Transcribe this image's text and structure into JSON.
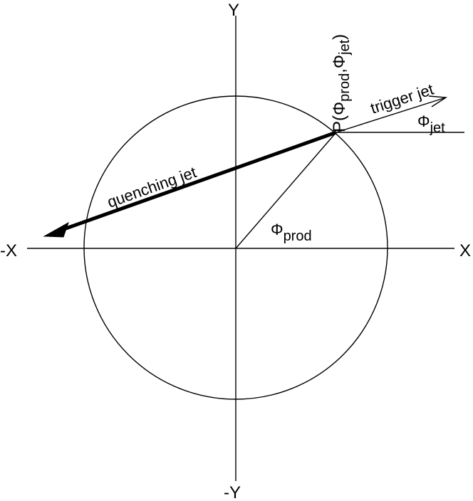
{
  "diagram": {
    "axes": {
      "x_pos": "X",
      "x_neg": "-X",
      "y_pos": "Y",
      "y_neg": "-Y"
    },
    "point": {
      "name": "P",
      "coord_open": "(",
      "phi": "Φ",
      "sub_prod": "prod",
      "comma": ",",
      "sub_jet": "jet",
      "coord_close": ")"
    },
    "labels": {
      "trigger_jet": "trigger jet",
      "quenching_jet": "quenching jet",
      "phi_symbol": "Φ",
      "phi_jet_sub": "jet",
      "phi_prod_sub": "prod"
    },
    "colors": {
      "stroke": "#000000",
      "background": "#ffffff"
    }
  }
}
